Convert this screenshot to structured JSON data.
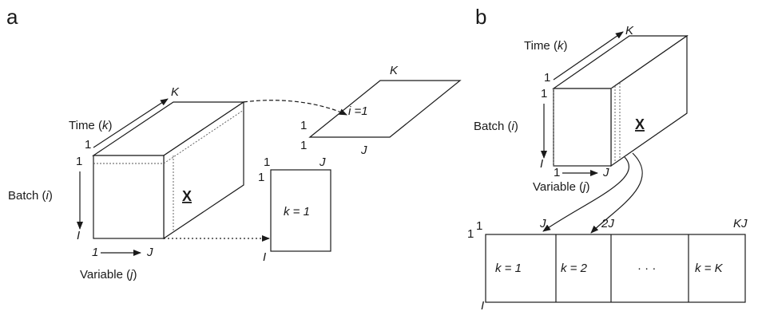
{
  "panel_a": {
    "panel_label": "a",
    "time_label": "Time (",
    "time_index": "k",
    "time_close": ")",
    "batch_label": "Batch (",
    "batch_index": "i",
    "batch_close": ")",
    "variable_label": "Variable (",
    "variable_index": "j",
    "variable_close": ")",
    "cube_label": "X",
    "dim_K": "K",
    "dim_J": "J",
    "dim_I": "I",
    "one": "1",
    "slice_i_label": "i =1",
    "slice_k_label": "k = 1"
  },
  "panel_b": {
    "panel_label": "b",
    "time_label": "Time (",
    "time_index": "k",
    "time_close": ")",
    "batch_label": "Batch (",
    "batch_index": "i",
    "batch_close": ")",
    "variable_label": "Variable (",
    "variable_index": "j",
    "variable_close": ")",
    "cube_label": "X",
    "dim_K": "K",
    "dim_J": "J",
    "dim_I": "I",
    "one": "1",
    "unfold_ticks": [
      "J",
      "2J",
      "KJ"
    ],
    "unfold_cells": [
      "k = 1",
      "k = 2",
      "· · ·",
      "k = K"
    ]
  }
}
